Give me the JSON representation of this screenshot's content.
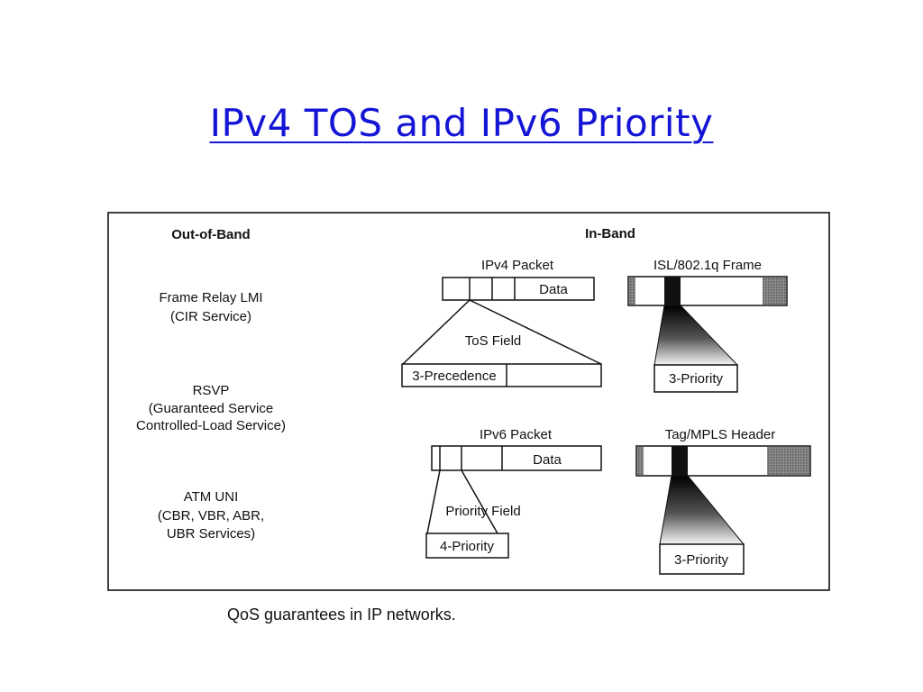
{
  "slide": {
    "title": "IPv4 TOS and IPv6 Priority",
    "title_color": "#1515d6"
  },
  "diagram": {
    "out_of_band": {
      "header": "Out-of-Band",
      "items": [
        {
          "lines": [
            "Frame Relay LMI",
            "(CIR Service)"
          ]
        },
        {
          "lines": [
            "RSVP",
            "(Guaranteed Service",
            "Controlled-Load Service)"
          ]
        },
        {
          "lines": [
            "ATM UNI",
            "(CBR, VBR, ABR,",
            "UBR Services)"
          ]
        }
      ]
    },
    "in_band": {
      "header": "In-Band",
      "ipv4_packet": {
        "title": "IPv4 Packet",
        "data_label": "Data",
        "field_label": "ToS Field",
        "subfield_label": "3-Precedence"
      },
      "isl_frame": {
        "title": "ISL/802.1q Frame",
        "subfield_label": "3-Priority"
      },
      "ipv6_packet": {
        "title": "IPv6 Packet",
        "data_label": "Data",
        "field_label": "Priority Field",
        "subfield_label": "4-Priority"
      },
      "tag_mpls": {
        "title": "Tag/MPLS Header",
        "subfield_label": "3-Priority"
      }
    }
  },
  "caption": "QoS guarantees in IP networks."
}
